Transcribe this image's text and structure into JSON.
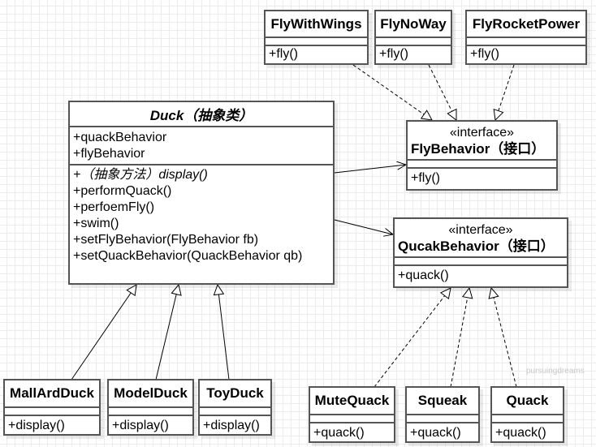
{
  "fly_impls": [
    {
      "name": "FlyWithWings",
      "method": "+fly()"
    },
    {
      "name": "FlyNoWay",
      "method": "+fly()"
    },
    {
      "name": "FlyRocketPower",
      "method": "+fly()"
    }
  ],
  "duck": {
    "title": "Duck（抽象类）",
    "attributes": [
      "+quackBehavior",
      "+flyBehavior"
    ],
    "methods": [
      "+（抽象方法）display()",
      "+performQuack()",
      "+perfoemFly()",
      "+swim()",
      "+setFlyBehavior(FlyBehavior fb)",
      "+setQuackBehavior(QuackBehavior qb)"
    ]
  },
  "fly_interface": {
    "stereotype": "«interface»",
    "name": "FlyBehavior（接口）",
    "method": "+fly()"
  },
  "quack_interface": {
    "stereotype": "«interface»",
    "name": "QucakBehavior（接口）",
    "method": "+quack()"
  },
  "duck_subclasses": [
    {
      "name": "MallArdDuck",
      "method": "+display()"
    },
    {
      "name": "ModelDuck",
      "method": "+display()"
    },
    {
      "name": "ToyDuck",
      "method": "+display()"
    }
  ],
  "quack_impls": [
    {
      "name": "MuteQuack",
      "method": "+quack()"
    },
    {
      "name": "Squeak",
      "method": "+quack()"
    },
    {
      "name": "Quack",
      "method": "+quack()"
    }
  ],
  "watermark": "pursuingdreams"
}
